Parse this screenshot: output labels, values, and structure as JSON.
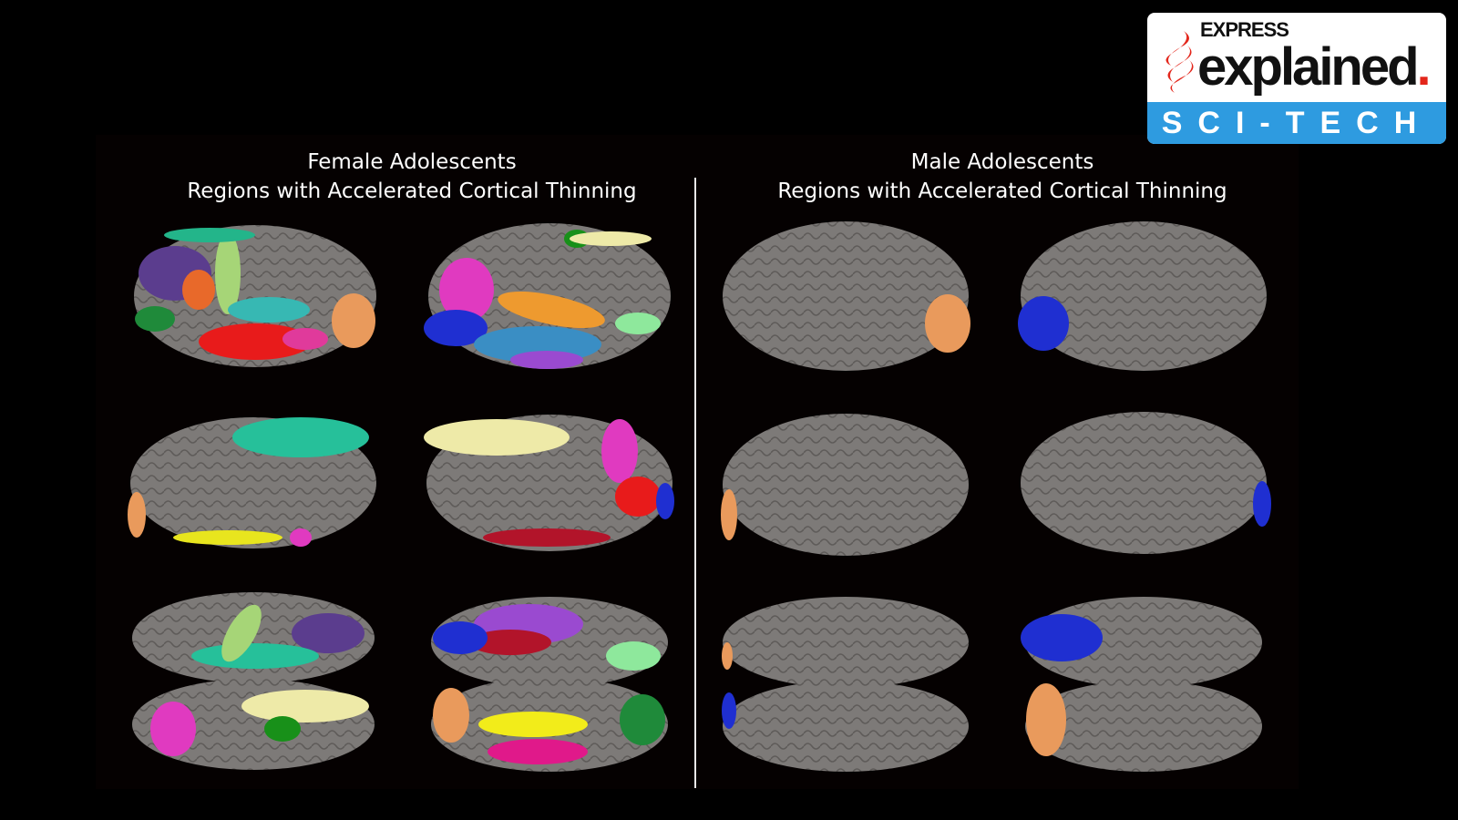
{
  "female": {
    "title": "Female Adolescents",
    "subtitle": "Regions with Accelerated Cortical Thinning"
  },
  "male": {
    "title": "Male Adolescents",
    "subtitle": "Regions with Accelerated Cortical Thinning"
  },
  "logo": {
    "brand": "EXPRESS",
    "name": "explained",
    "section": "SCI-TECH",
    "accent": "#e3261b",
    "band_color": "#2e9be0"
  },
  "colors": {
    "cortex": "#7d7a78",
    "background": "#000000"
  }
}
